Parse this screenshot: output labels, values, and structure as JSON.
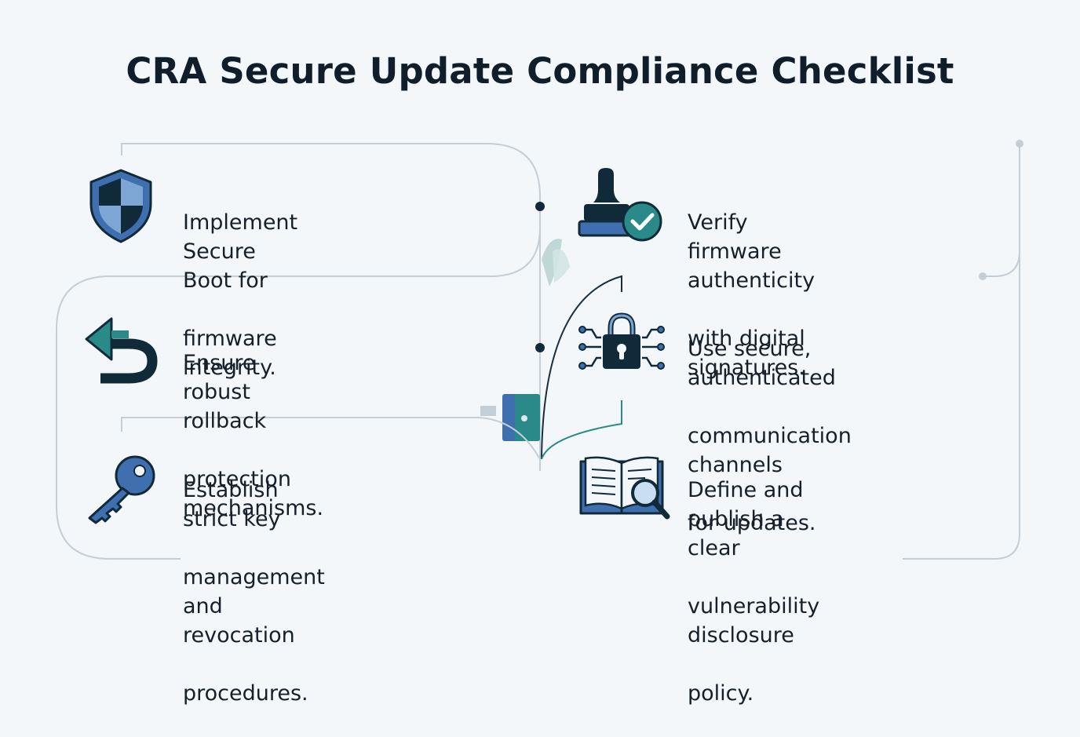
{
  "title": "CRA Secure Update Compliance Checklist",
  "items": [
    {
      "name": "secure-boot",
      "icon": "shield-icon",
      "lines": [
        "Implement Secure Boot for",
        "firmware integrity."
      ]
    },
    {
      "name": "rollback-protection",
      "icon": "rollback-arrow-icon",
      "lines": [
        "Ensure robust rollback",
        "protection mechanisms."
      ]
    },
    {
      "name": "key-management",
      "icon": "key-icon",
      "lines": [
        "Establish strict key",
        "management and revocation",
        "procedures."
      ]
    },
    {
      "name": "digital-signatures",
      "icon": "stamp-check-icon",
      "lines": [
        "Verify firmware authenticity",
        "with digital signatures."
      ]
    },
    {
      "name": "secure-channels",
      "icon": "network-lock-icon",
      "lines": [
        "Use secure, authenticated",
        "communication channels",
        "for updates."
      ]
    },
    {
      "name": "vulnerability-disclosure",
      "icon": "book-magnifier-icon",
      "lines": [
        "Define and publish a clear",
        "vulnerability disclosure",
        "policy."
      ]
    }
  ],
  "colors": {
    "navy": "#102a3a",
    "blue": "#3f6fae",
    "teal": "#2a8a8a",
    "line": "#c4ced6",
    "background": "#f4f7fa"
  }
}
